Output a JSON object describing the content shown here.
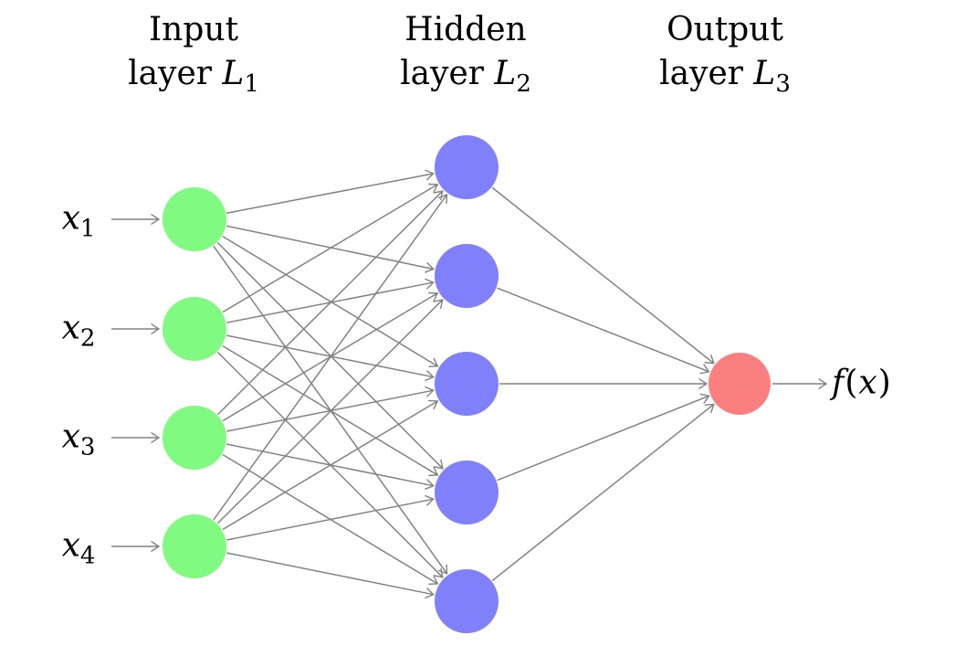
{
  "diagram": {
    "background": "#ffffff",
    "edge_color": "#828282",
    "connectivity": {
      "input_to_hidden": "complete",
      "hidden_to_output": "complete"
    }
  },
  "layers": [
    {
      "name": "input",
      "title_line1": "Input",
      "title_line2_word": "layer",
      "title_line2_var": "L",
      "title_line2_sub": "1",
      "node_color": "#80fa80",
      "node_count": 4
    },
    {
      "name": "hidden",
      "title_line1": "Hidden",
      "title_line2_word": "layer",
      "title_line2_var": "L",
      "title_line2_sub": "2",
      "node_color": "#8080fa",
      "node_count": 5
    },
    {
      "name": "output",
      "title_line1": "Output",
      "title_line2_word": "layer",
      "title_line2_var": "L",
      "title_line2_sub": "3",
      "node_color": "#fa8080",
      "node_count": 1
    }
  ],
  "input_labels": [
    {
      "var": "x",
      "sub": "1"
    },
    {
      "var": "x",
      "sub": "2"
    },
    {
      "var": "x",
      "sub": "3"
    },
    {
      "var": "x",
      "sub": "4"
    }
  ],
  "output_label": {
    "fn": "f",
    "open": "(",
    "arg": "x",
    "close": ")"
  }
}
